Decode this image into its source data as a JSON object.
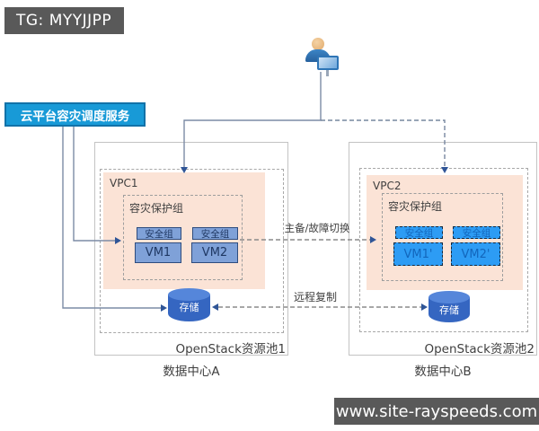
{
  "badges": {
    "tg": "TG: MYYJJPP",
    "website": "www.site-rayspeeds.com"
  },
  "scheduler_label": "云平台容灾调度服务",
  "links": {
    "failover": "主备/故障切换",
    "replication": "远程复制"
  },
  "datacenter_a": {
    "caption": "数据中心A",
    "pool": "OpenStack资源池1",
    "vpc_label": "VPC1",
    "protection_label": "容灾保护组",
    "security_1": "安全组",
    "security_2": "安全组",
    "vm_1": "VM1",
    "vm_2": "VM2",
    "storage": "存储"
  },
  "datacenter_b": {
    "caption": "数据中心B",
    "pool": "OpenStack资源池2",
    "vpc_label": "VPC2",
    "protection_label": "容灾保护组",
    "security_1": "安全组",
    "security_2": "安全组",
    "vm_1": "VM1'",
    "vm_2": "VM2'",
    "storage": "存储"
  },
  "colors": {
    "scheduler_blue": "#189ad7",
    "badge_gray": "#595959",
    "vpc_fill": "#fbe3d6",
    "primary_node_fill": "#7fa1d8",
    "primary_node_border": "#2e4c7e",
    "standby_node_fill": "#2d9cf4",
    "storage_fill": "#3566c1",
    "arrowhead": "#2f5597",
    "solid_line": "#7c8ca6",
    "dashed_line": "#8a8a8a"
  }
}
